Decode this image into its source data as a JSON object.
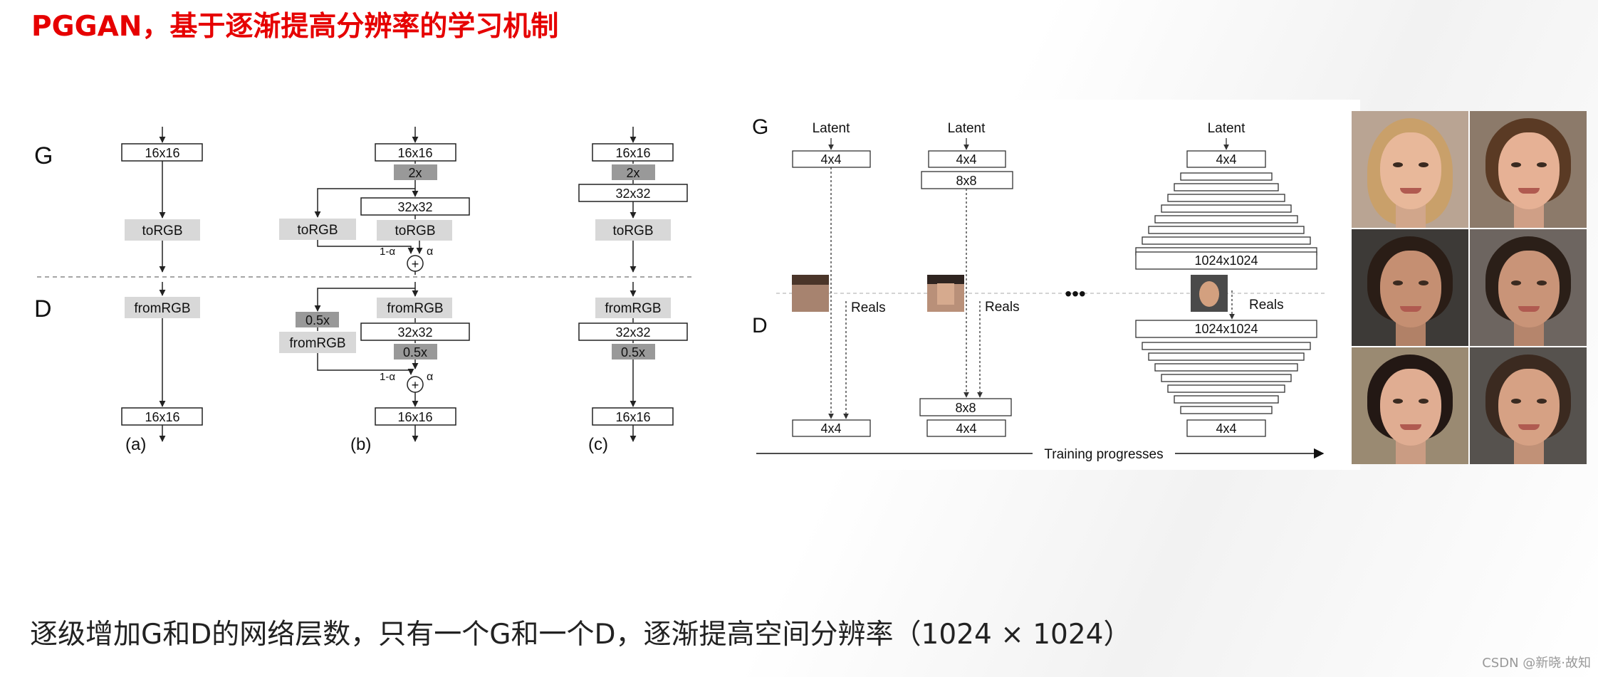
{
  "page": {
    "title": "PGGAN，基于逐渐提高分辨率的学习机制",
    "caption": "逐级增加G和D的网络层数，只有一个G和一个D，逐渐提高空间分辨率（1024 × 1024）",
    "watermark": "CSDN @新晓·故知"
  },
  "left_diagram": {
    "g_label": "G",
    "d_label": "D",
    "col_a": {
      "label": "(a)",
      "g_top": "16x16",
      "torgb": "toRGB",
      "fromrgb": "fromRGB",
      "d_bottom": "16x16"
    },
    "col_b": {
      "label": "(b)",
      "g_top": "16x16",
      "upsample": "2x",
      "g_new": "32x32",
      "torgb_left": "toRGB",
      "torgb_right": "toRGB",
      "fromrgb_right": "fromRGB",
      "d_new": "32x32",
      "downsample_right": "0.5x",
      "downsample_left": "0.5x",
      "fromrgb_left": "fromRGB",
      "d_bottom": "16x16",
      "one_minus_alpha": "1-α",
      "alpha": "α",
      "plus": "+"
    },
    "col_c": {
      "label": "(c)",
      "g_top": "16x16",
      "upsample": "2x",
      "g_new": "32x32",
      "torgb": "toRGB",
      "fromrgb": "fromRGB",
      "d_new": "32x32",
      "downsample": "0.5x",
      "d_bottom": "16x16"
    }
  },
  "right_diagram": {
    "g_label": "G",
    "d_label": "D",
    "stage1": {
      "latent": "Latent",
      "g_box": "4x4",
      "reals": "Reals",
      "d_box": "4x4"
    },
    "stage2": {
      "latent": "Latent",
      "g_box1": "4x4",
      "g_box2": "8x8",
      "reals": "Reals",
      "d_box1": "8x8",
      "d_box2": "4x4"
    },
    "stage3": {
      "latent": "Latent",
      "g_top": "4x4",
      "g_bottom": "1024x1024",
      "reals": "Reals",
      "d_top": "1024x1024",
      "d_bottom": "4x4"
    },
    "ellipsis": "•••",
    "axis_label": "Training progresses"
  },
  "faces": [
    {
      "name": "face-1",
      "skin": "#e8b89a",
      "hair": "#c9a06a",
      "bg": "#b9a493"
    },
    {
      "name": "face-2",
      "skin": "#e6b195",
      "hair": "#5a3a24",
      "bg": "#8c7a6a"
    },
    {
      "name": "face-3",
      "skin": "#c58f72",
      "hair": "#2a1d16",
      "bg": "#3d3a37"
    },
    {
      "name": "face-4",
      "skin": "#c99478",
      "hair": "#2b1f18",
      "bg": "#6d6560"
    },
    {
      "name": "face-5",
      "skin": "#e0ad92",
      "hair": "#231814",
      "bg": "#9a8a72"
    },
    {
      "name": "face-6",
      "skin": "#d6a184",
      "hair": "#3b2a20",
      "bg": "#56524e"
    }
  ]
}
